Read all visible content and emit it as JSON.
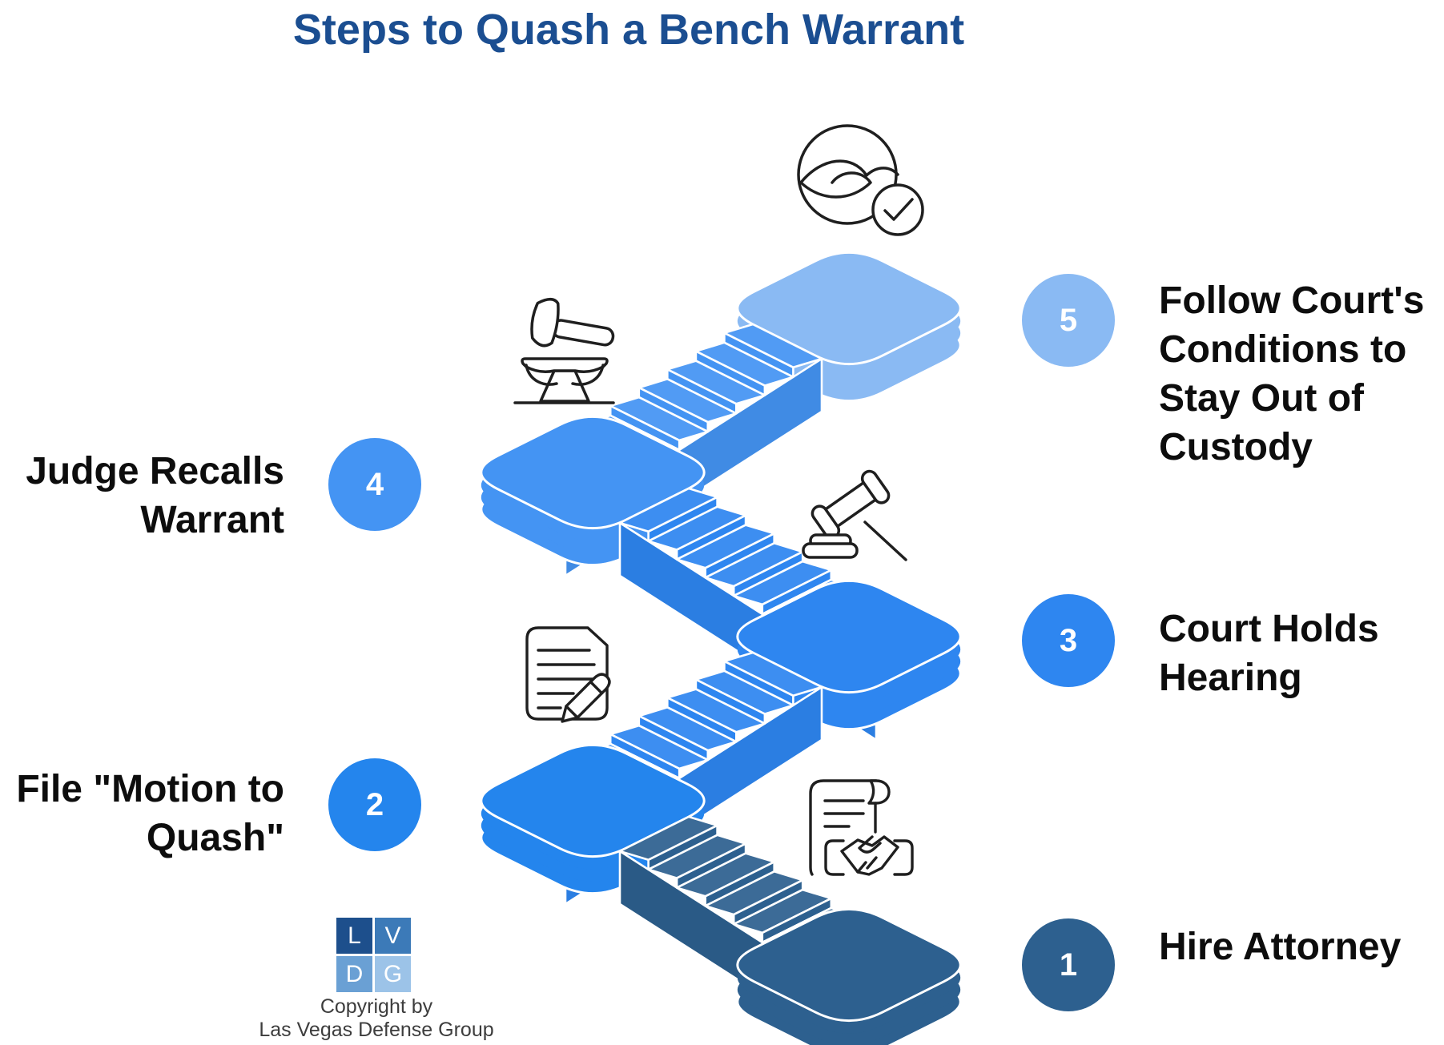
{
  "title": "Steps to Quash a Bench Warrant",
  "steps": [
    {
      "number": "1",
      "label": "Hire Attorney",
      "side": "right"
    },
    {
      "number": "2",
      "label": "File \"Motion to\nQuash\"",
      "side": "left"
    },
    {
      "number": "3",
      "label": "Court Holds\nHearing",
      "side": "right"
    },
    {
      "number": "4",
      "label": "Judge Recalls\nWarrant",
      "side": "left"
    },
    {
      "number": "5",
      "label": "Follow Court's\nConditions to\nStay Out of\nCustody",
      "side": "right"
    }
  ],
  "icons": {
    "top": "agreement-check-icon",
    "step4": "hammer-anvil-icon",
    "step3": "gavel-icon",
    "step2": "document-pencil-icon",
    "step1": "contract-handshake-icon"
  },
  "logo": {
    "letters": [
      "L",
      "V",
      "D",
      "G"
    ],
    "copyright_line1": "Copyright by",
    "copyright_line2": "Las Vegas Defense Group"
  },
  "colors": {
    "title_blue": "#1b4e91",
    "step1": "#2d608f",
    "step2": "#2485ed",
    "step3": "#2e86f0",
    "step4": "#4494f3",
    "step5": "#8abaf3",
    "flight12": "#2d608f",
    "flight23": "#2e86f0",
    "flight34": "#2e86f0",
    "flight45": "#4494f3",
    "ink": "#1f1f1f",
    "logo_l": "#1d4f8c",
    "logo_v": "#3c7ab8",
    "logo_d": "#6aa0d4",
    "logo_g": "#9cc3e8",
    "copyright_gray": "#3d3d3d"
  }
}
